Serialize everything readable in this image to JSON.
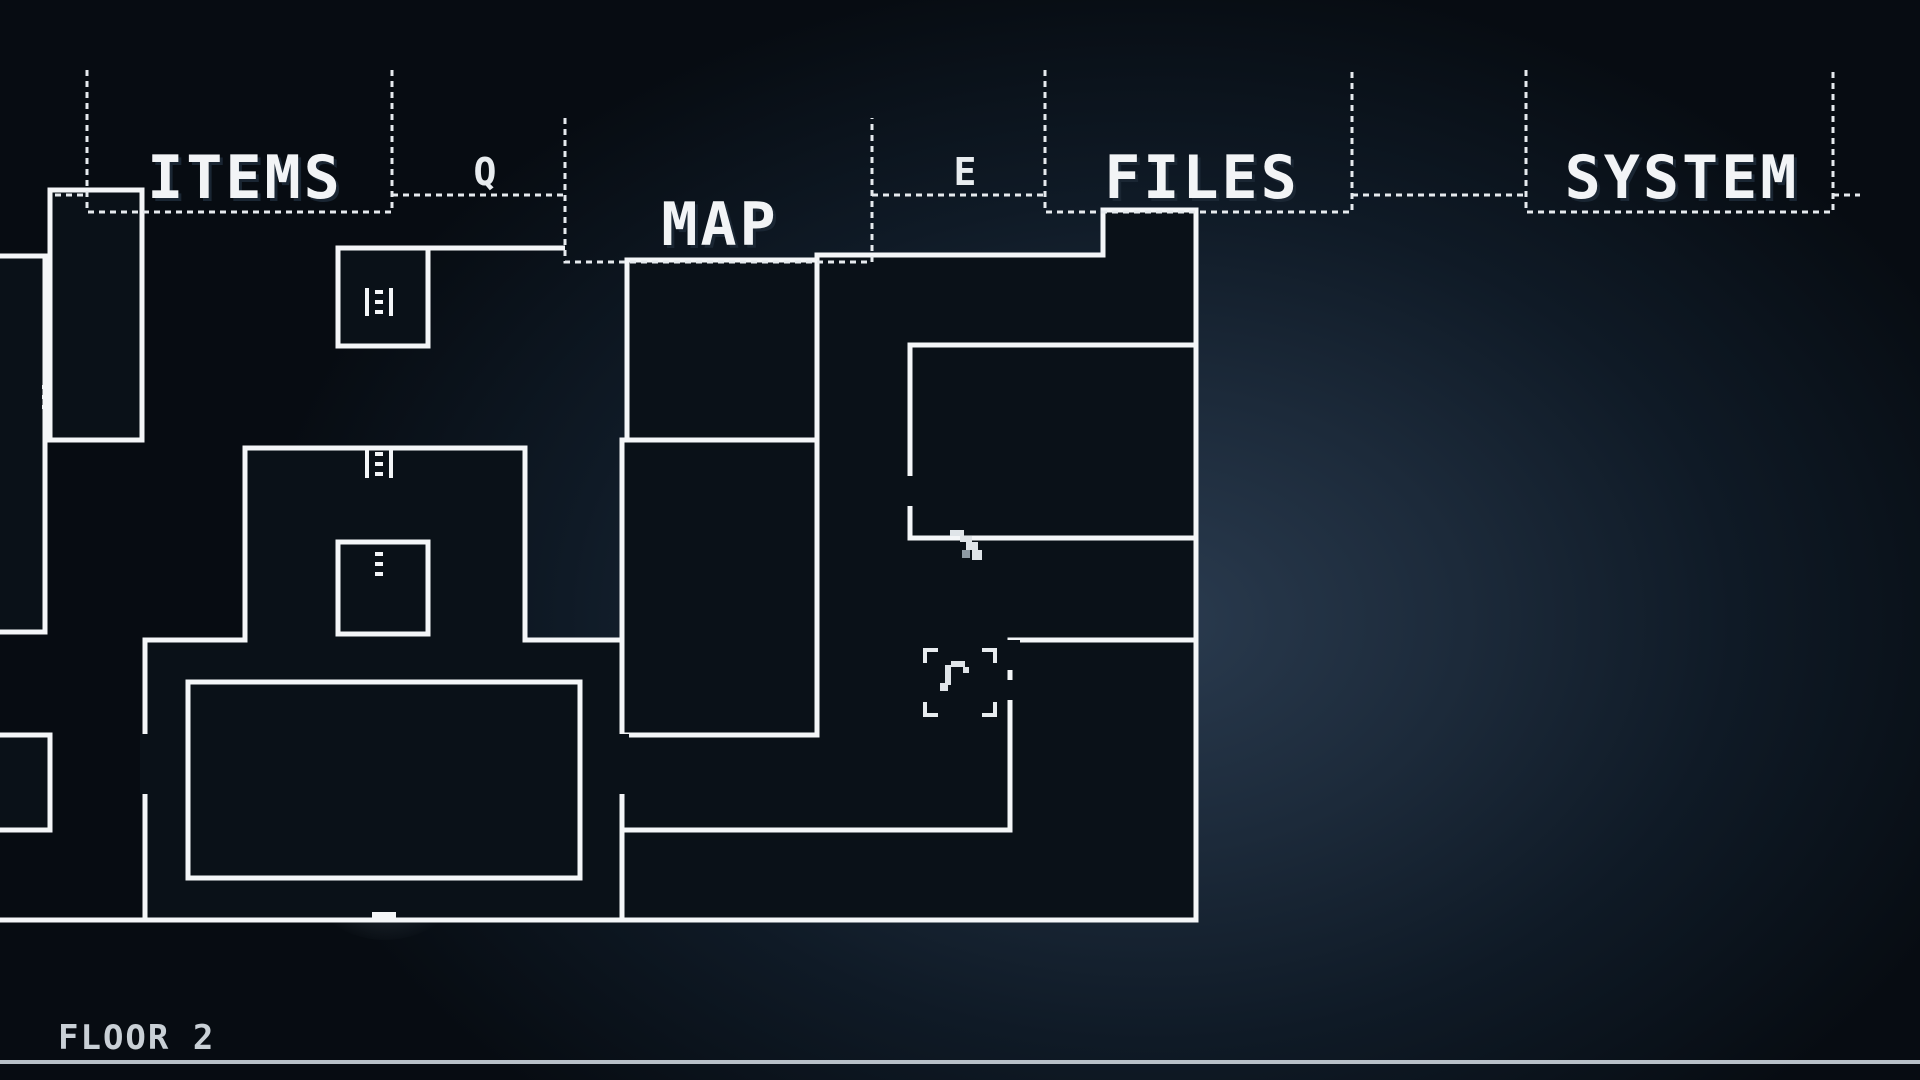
{
  "menu": {
    "tabs": [
      {
        "id": "items",
        "label": "ITEMS"
      },
      {
        "id": "map",
        "label": "MAP"
      },
      {
        "id": "files",
        "label": "FILES"
      },
      {
        "id": "system",
        "label": "SYSTEM"
      }
    ],
    "prev_key": "Q",
    "next_key": "E",
    "active_tab": "MAP"
  },
  "map": {
    "floor_label": "FLOOR 2",
    "icons": {
      "player": "player-marker-icon",
      "save": "save-point-icon",
      "stairs": "stairs-icon"
    }
  },
  "colors": {
    "wall": "#f4f6f8",
    "background": "#0f1a26",
    "room_fill": "#0a1118"
  }
}
